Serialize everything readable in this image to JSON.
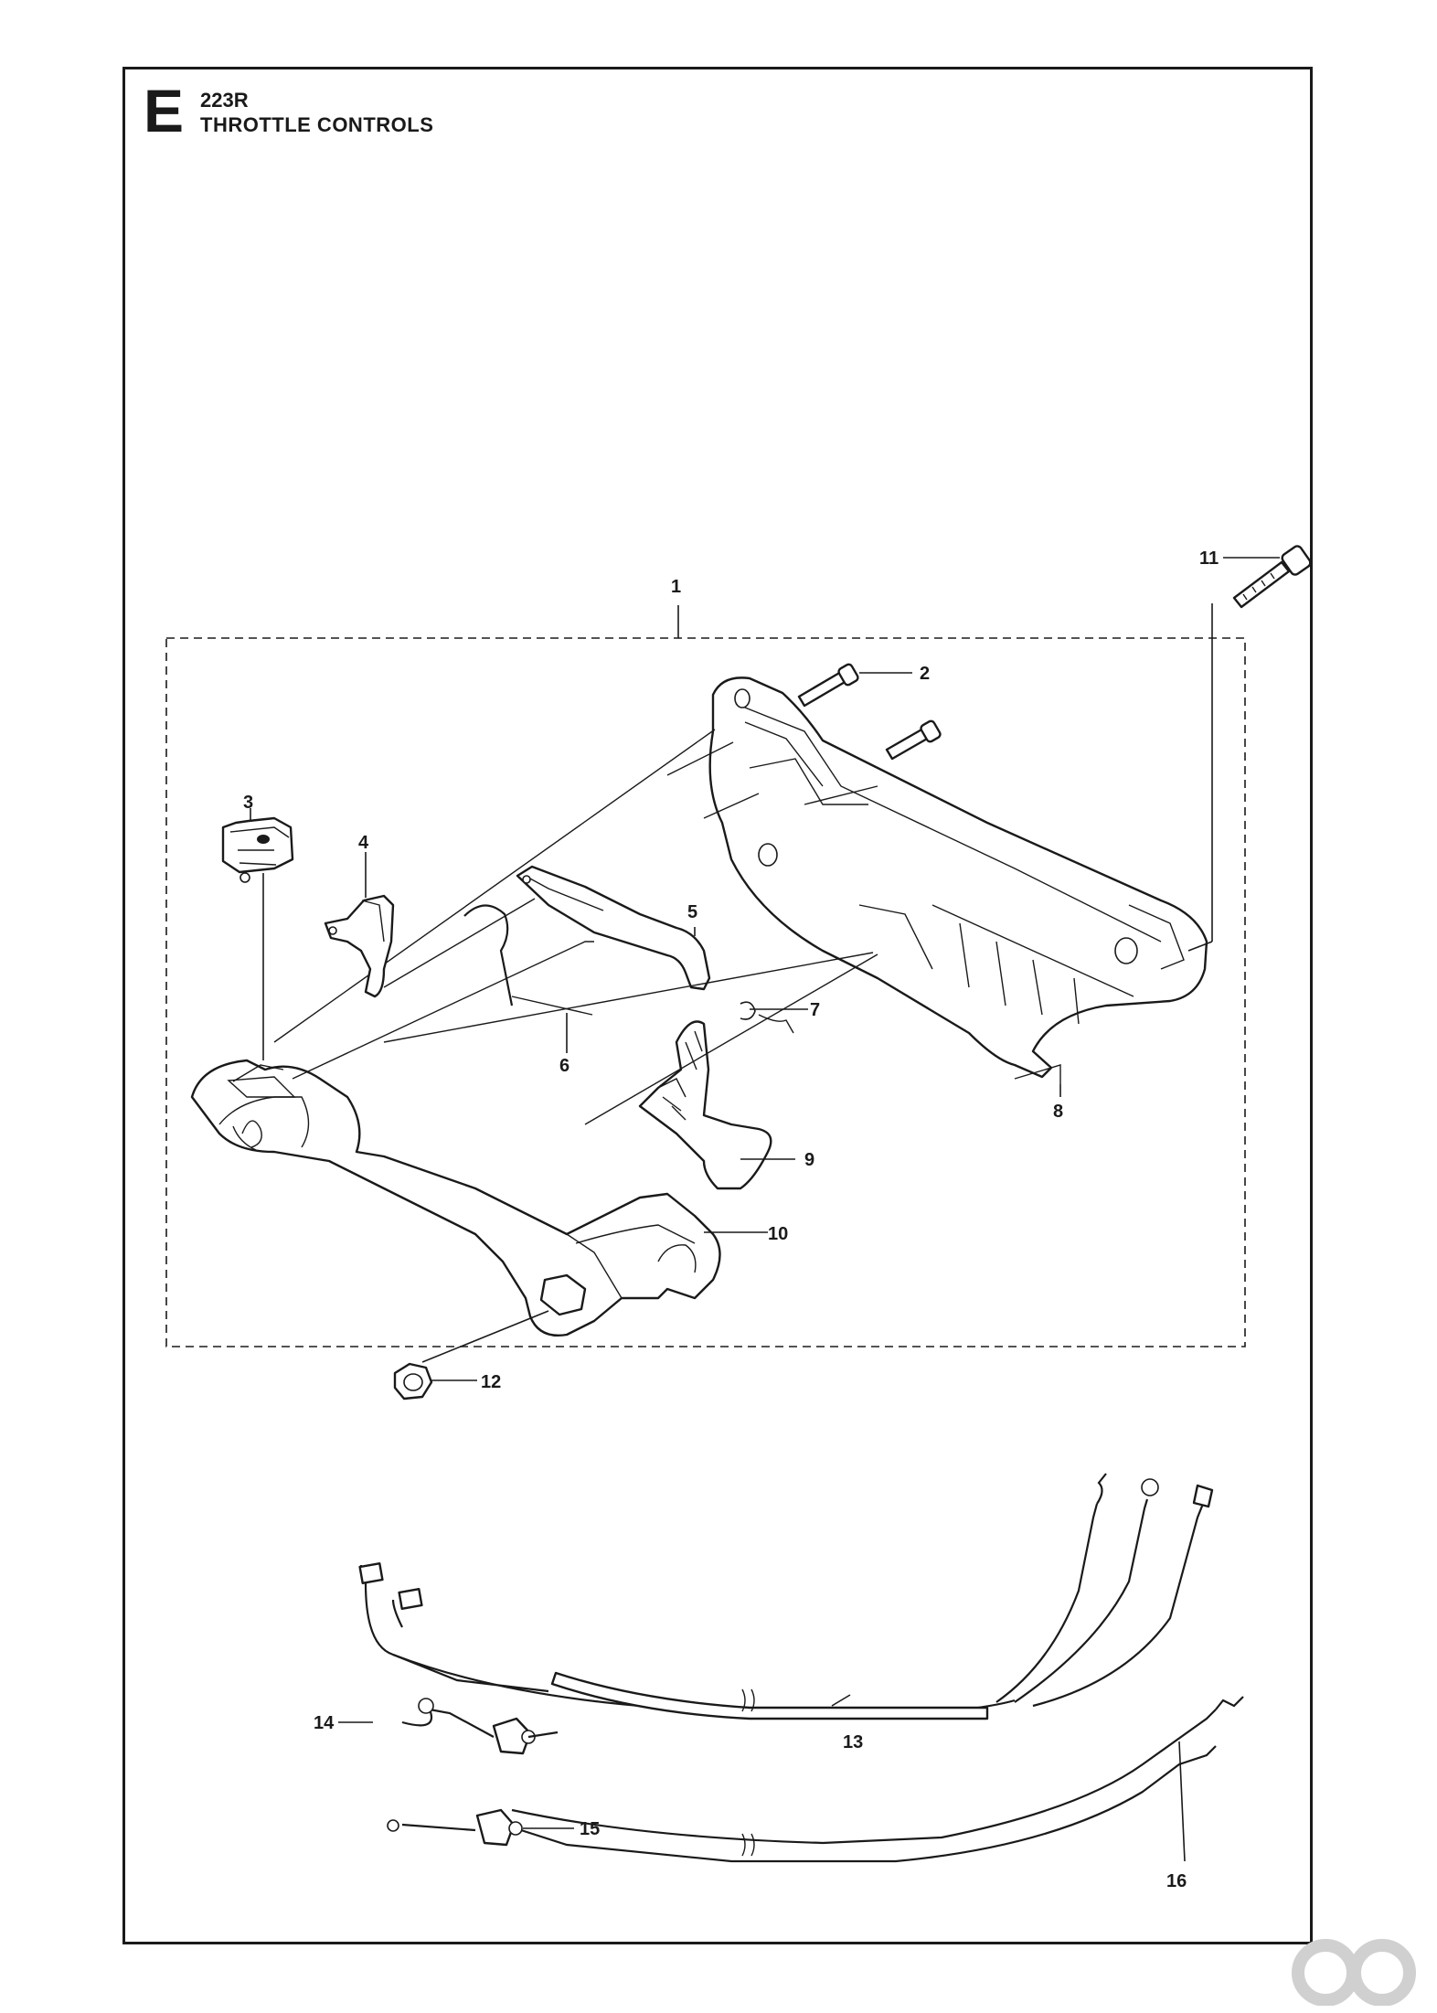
{
  "header": {
    "section_letter": "E",
    "model": "223R",
    "title": "THROTTLE CONTROLS"
  },
  "callouts": [
    {
      "id": "1",
      "label": "1"
    },
    {
      "id": "2",
      "label": "2"
    },
    {
      "id": "3",
      "label": "3"
    },
    {
      "id": "4",
      "label": "4"
    },
    {
      "id": "5",
      "label": "5"
    },
    {
      "id": "6",
      "label": "6"
    },
    {
      "id": "7",
      "label": "7"
    },
    {
      "id": "8",
      "label": "8"
    },
    {
      "id": "9",
      "label": "9"
    },
    {
      "id": "10",
      "label": "10"
    },
    {
      "id": "11",
      "label": "11"
    },
    {
      "id": "12",
      "label": "12"
    },
    {
      "id": "13",
      "label": "13"
    },
    {
      "id": "14",
      "label": "14"
    },
    {
      "id": "15",
      "label": "15"
    },
    {
      "id": "16",
      "label": "16"
    }
  ],
  "icons": {
    "watermark": "logo-watermark-icon"
  }
}
